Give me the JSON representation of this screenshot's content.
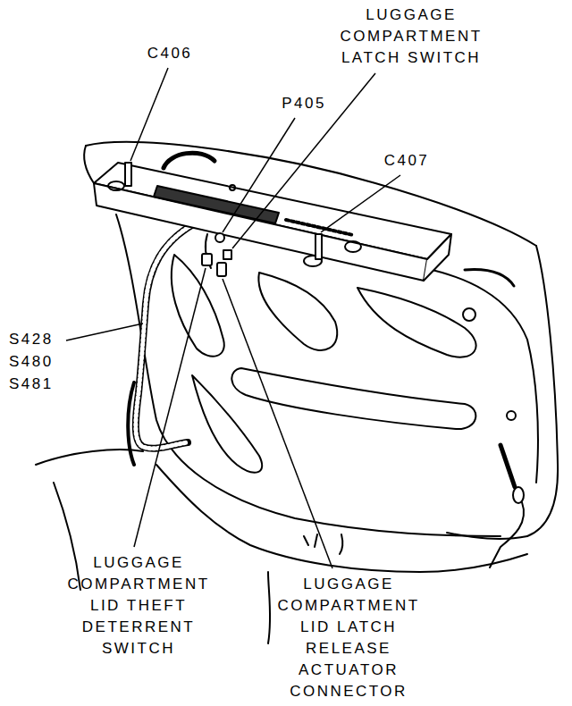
{
  "diagram": {
    "labels": [
      "C406",
      "LUGGAGE COMPARTMENT LATCH SWITCH",
      "P405",
      "C407",
      "S428",
      "S480",
      "S481",
      "LUGGAGE COMPARTMENT LID THEFT DETERRENT SWITCH",
      "LUGGAGE COMPARTMENT LID LATCH RELEASE ACTUATOR CONNECTOR"
    ]
  }
}
